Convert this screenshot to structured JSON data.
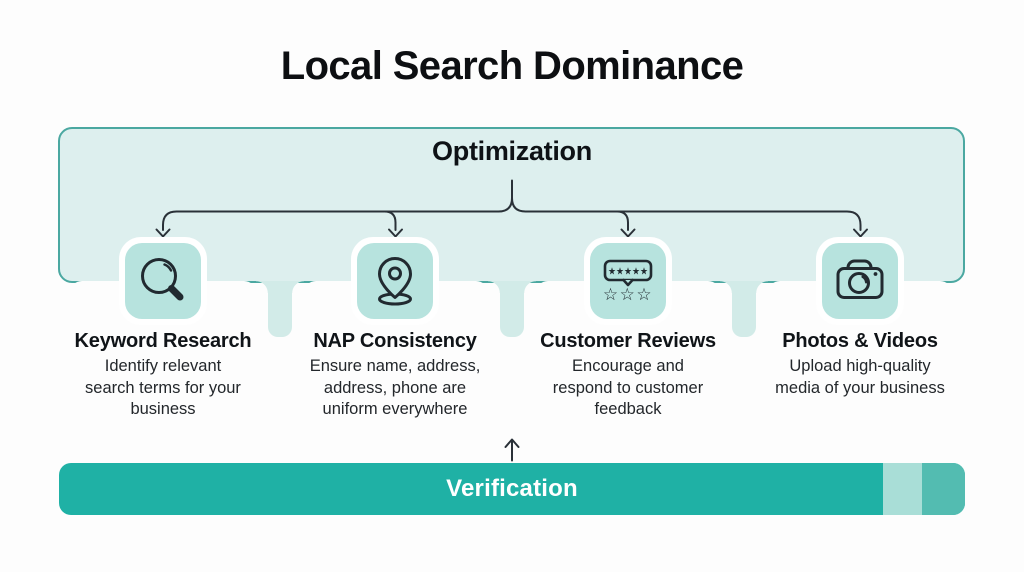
{
  "title": "Local Search Dominance",
  "optimization": {
    "label": "Optimization"
  },
  "columns": [
    {
      "icon": "magnifier-icon",
      "heading": "Keyword Research",
      "description": "Identify relevant\nsearch terms for your\nbusiness"
    },
    {
      "icon": "map-pin-icon",
      "heading": "NAP Consistency",
      "description": "Ensure name, address,\naddress, phone are\nuniform everywhere"
    },
    {
      "icon": "review-stars-icon",
      "heading": "Customer Reviews",
      "description": "Encourage and\nrespond to customer\nfeedback"
    },
    {
      "icon": "camera-icon",
      "heading": "Photos & Videos",
      "description": "Upload high-quality\nmedia of your business"
    }
  ],
  "review_icon": {
    "filled_stars": "★★★★★",
    "outline_stars": "☆☆☆"
  },
  "verification": {
    "label": "Verification"
  },
  "colors": {
    "panel_bg": "#ddefee",
    "panel_border": "#4ba8a1",
    "icon_tile_bg": "#b7e3de",
    "strip_bg": "#d2ebe8",
    "connector_line": "#2a3138",
    "verification_bar": "#1fb1a5",
    "verification_segment_light": "#a9ded7",
    "verification_segment_mid": "#53bcb1",
    "title_text": "#0d0f12",
    "verification_text": "#ffffff"
  }
}
